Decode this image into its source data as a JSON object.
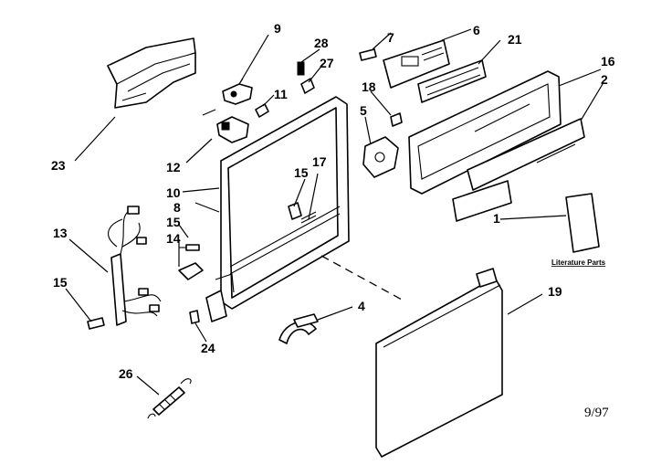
{
  "callouts": {
    "c1": "1",
    "c2": "2",
    "c4": "4",
    "c5": "5",
    "c6": "6",
    "c7": "7",
    "c8": "8",
    "c9": "9",
    "c10": "10",
    "c11": "11",
    "c12": "12",
    "c13": "13",
    "c14": "14",
    "c15a": "15",
    "c15b": "15",
    "c15c": "15",
    "c16": "16",
    "c17": "17",
    "c18": "18",
    "c19": "19",
    "c21": "21",
    "c23": "23",
    "c24": "24",
    "c26": "26",
    "c27": "27",
    "c28": "28"
  },
  "literature_label": "Literature Parts",
  "date_code": "9/97"
}
